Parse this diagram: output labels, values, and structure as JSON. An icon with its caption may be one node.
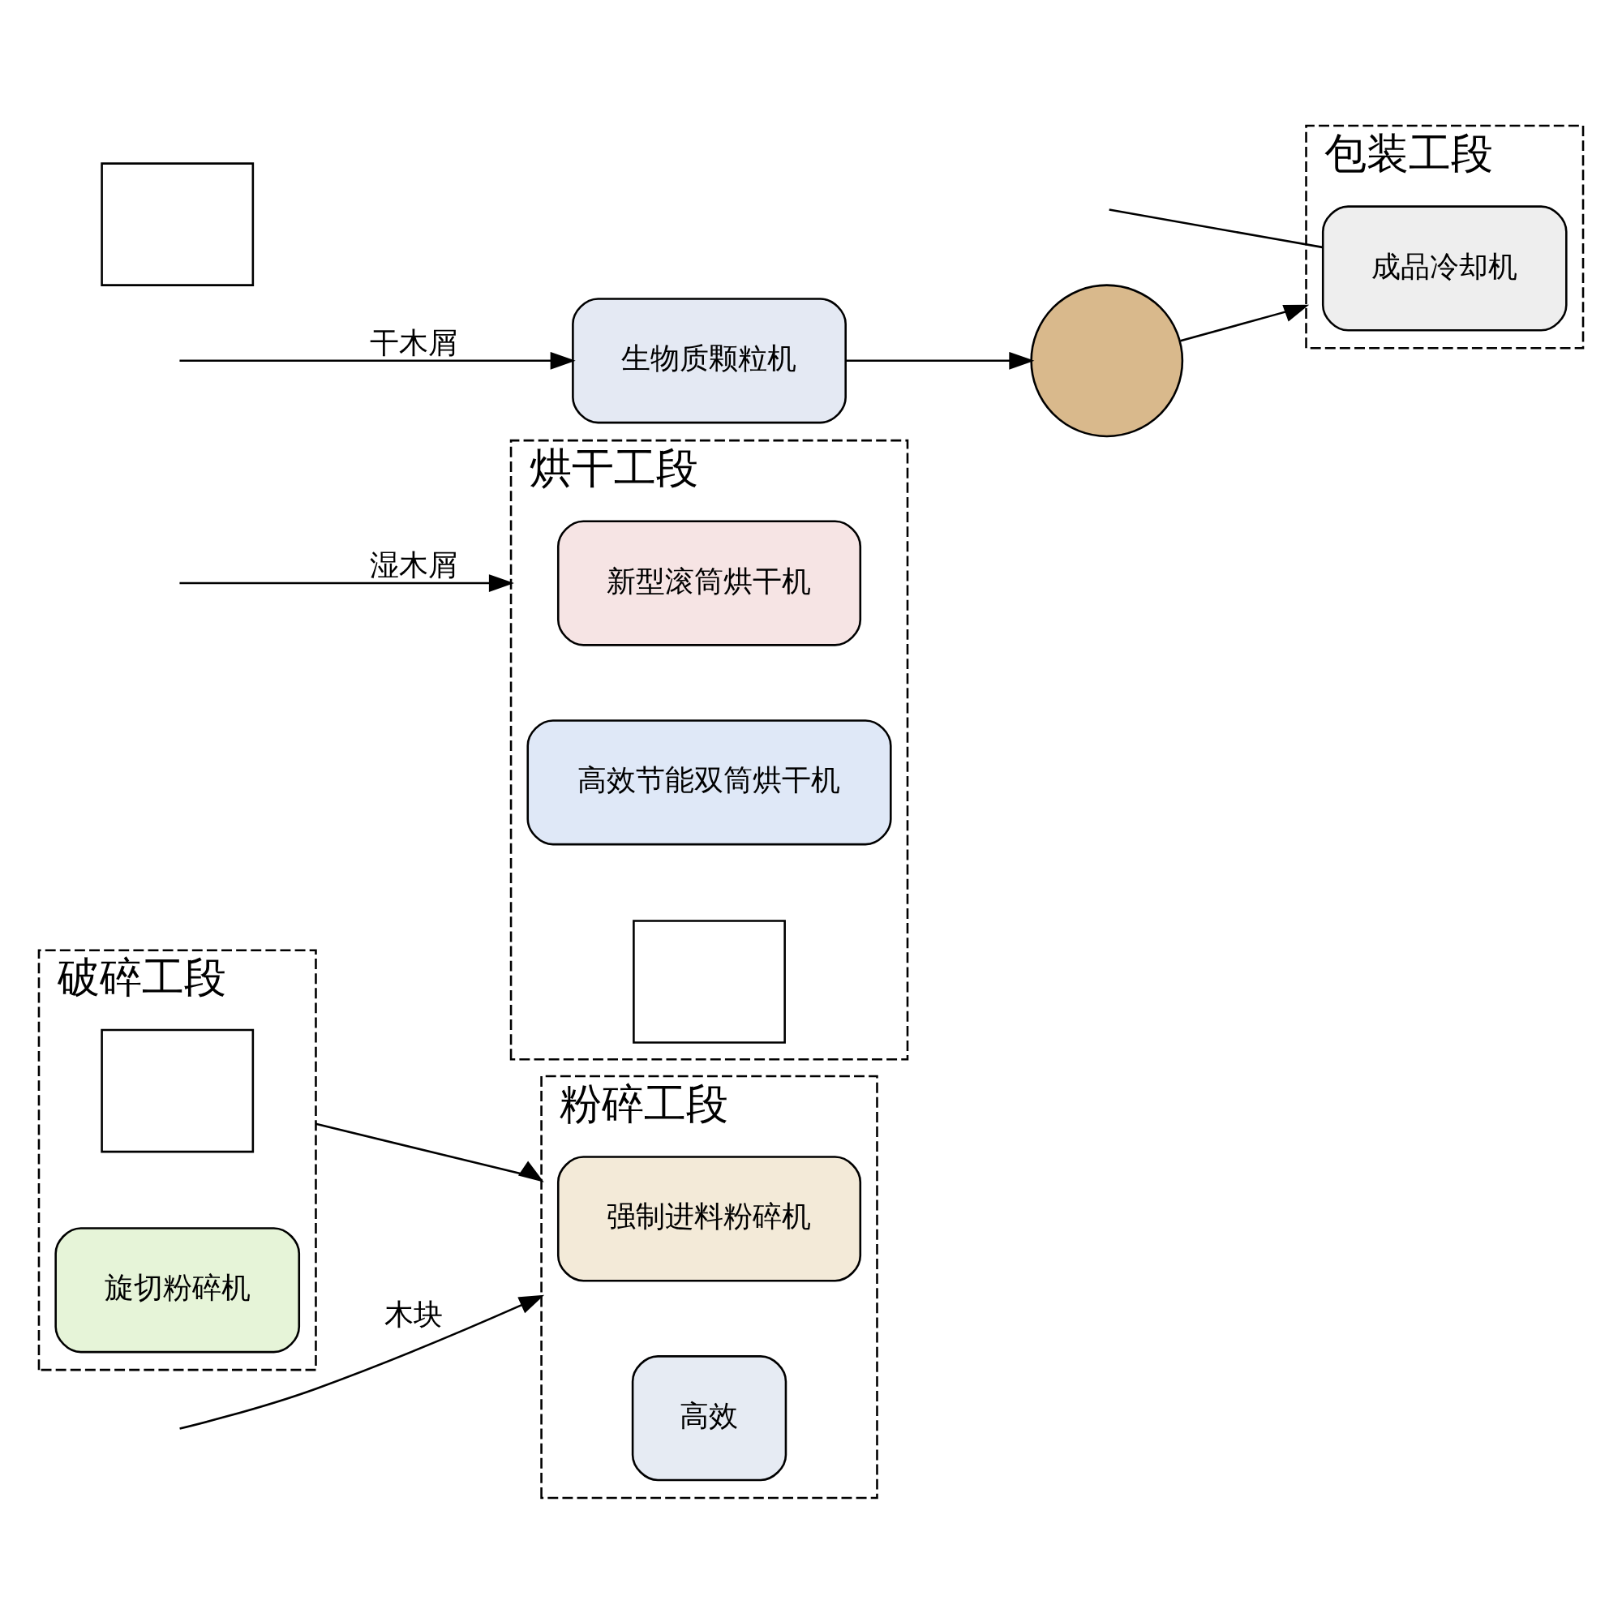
{
  "diagram": {
    "nodes": [
      {
        "text": [
          "破碎工段"
        ]
      },
      {
        "text": [],
        "shape": "box",
        "in": 0
      },
      {
        "text": [
          "旋切粉碎机"
        ],
        "in": 0
      },
      {
        "text": [
          "粉碎工段"
        ]
      },
      {
        "text": [
          "强制进料粉碎机"
        ],
        "in": 3
      },
      {
        "text": [
          "高效"
        ],
        "in": 3
      },
      {
        "text": [
          "烘干工段"
        ]
      },
      {
        "text": [
          "新型滚筒烘干机"
        ],
        "in": 6
      },
      {
        "text": [
          "高效节能双筒烘干机"
        ],
        "in": 6
      },
      {
        "text": [],
        "shape": "box",
        "in": 6
      },
      {
        "text": [
          "生物质颗粒机"
        ]
      },
      {
        "text": [],
        "shape": "circle"
      },
      {
        "text": [
          "包装工段"
        ]
      },
      {
        "text": [
          "成品冷却机"
        ],
        "in": 12
      },
      {
        "text": [],
        "shape": "box"
      }
    ],
    "edges": [
      {
        "from": 0,
        "to": 3,
        "arrow": "to"
      },
      {
        "from": null,
        "to": 3,
        "arrow": "to",
        "label": "木块"
      },
      {
        "from": null,
        "to": 6,
        "arrow": "to",
        "label": "湿木屑"
      },
      {
        "from": null,
        "to": 10,
        "arrow": "to",
        "label": "干木屑"
      },
      {
        "from": 10,
        "to": 11,
        "arrow": "to"
      },
      {
        "from": 11,
        "to": 12,
        "arrow": "to"
      },
      {
        "from": null,
        "to": 13,
        "arrow": "none"
      }
    ]
  }
}
